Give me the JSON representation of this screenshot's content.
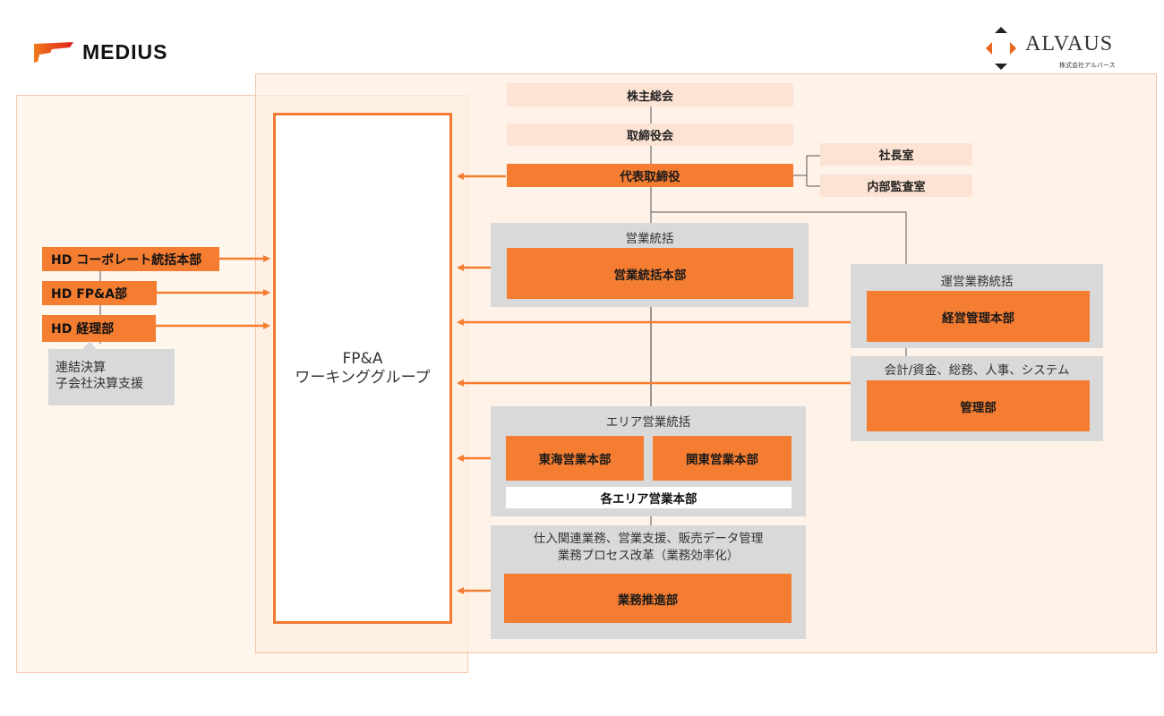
{
  "logos": {
    "left": {
      "name": "MEDIUS",
      "color": "#e8461e"
    },
    "right": {
      "name": "ALVAUS",
      "subtitle": "株式会社アルバース"
    }
  },
  "colors": {
    "accent_orange": "#f47d32",
    "peach": "#fde3d3",
    "gray": "#d9d9d9",
    "panel_bg": "#fff6ee"
  },
  "fpa_group": {
    "line1": "FP&A",
    "line2": "ワーキンググループ"
  },
  "hd_units": [
    {
      "label": "HD コーポレート統括本部"
    },
    {
      "label": "HD FP&A部"
    },
    {
      "label": "HD 経理部"
    }
  ],
  "hd_note": {
    "line1": "連結決算",
    "line2": "子会社決算支援"
  },
  "governance": {
    "shareholders": "株主総会",
    "board": "取締役会",
    "ceo": "代表取締役",
    "presidents_office": "社長室",
    "internal_audit": "内部監査室"
  },
  "sales_control": {
    "group_label": "営業統括",
    "unit": "営業統括本部"
  },
  "operations_control": {
    "group_label": "運営業務統括",
    "unit": "経営管理本部"
  },
  "admin": {
    "group_label": "会計/資金、総務、人事、システム",
    "unit": "管理部"
  },
  "area_sales": {
    "group_label": "エリア営業統括",
    "units": [
      "東海営業本部",
      "関東営業本部"
    ],
    "footer": "各エリア営業本部"
  },
  "business_promotion": {
    "group_label_line1": "仕入関連業務、営業支援、販売データ管理",
    "group_label_line2": "業務プロセス改革（業務効率化）",
    "unit": "業務推進部"
  }
}
